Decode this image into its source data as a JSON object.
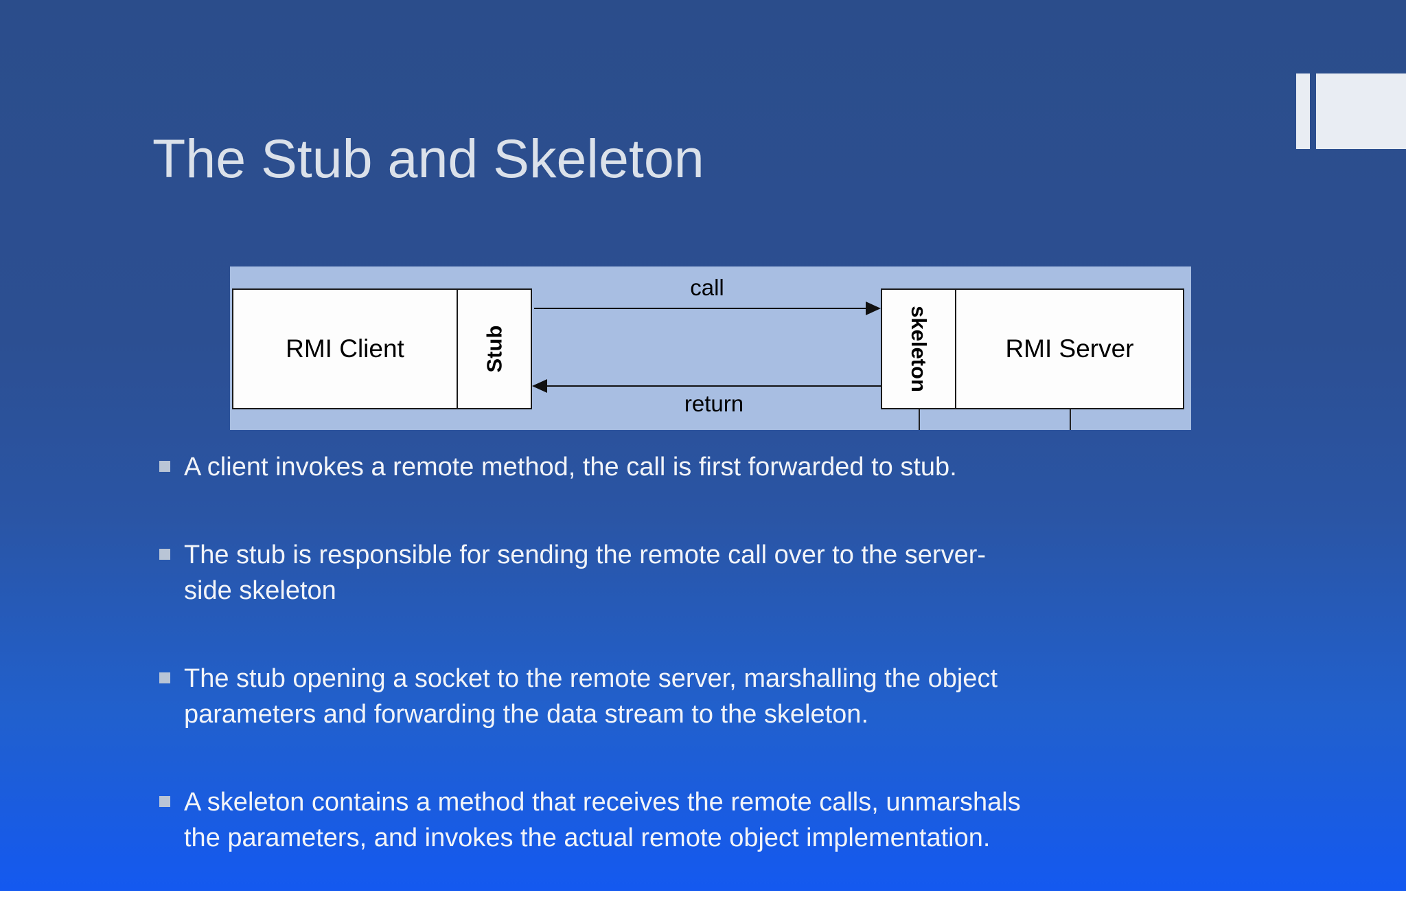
{
  "slide": {
    "title": "The Stub and Skeleton",
    "bullets": [
      {
        "text": "A client invokes a remote method, the call is first forwarded to stub."
      },
      {
        "text": "The stub is responsible for sending the remote call over to the server-\nside skeleton"
      },
      {
        "text": "The stub opening a socket to the remote server, marshalling the object\nparameters and forwarding the data stream to the skeleton."
      },
      {
        "text": "A skeleton contains a method that receives the remote calls, unmarshals\nthe parameters, and invokes the actual remote object implementation."
      }
    ]
  },
  "diagram": {
    "client_label": "RMI Client",
    "stub_label": "Stub",
    "skeleton_label": "skeleton",
    "server_label": "RMI Server",
    "call_label": "call",
    "return_label": "return"
  },
  "colors": {
    "background_top": "#2b4d8b",
    "background_bottom": "#1459f0",
    "diagram_band": "#a8bee2",
    "box_fill": "#fdfdfd",
    "box_border": "#1a1a1a",
    "title_text": "#dbe1ea",
    "body_text": "#f2f4f8",
    "bullet_marker": "#b9c5d6",
    "diagram_text": "#000000",
    "corner_accent": "#e9edf3"
  }
}
